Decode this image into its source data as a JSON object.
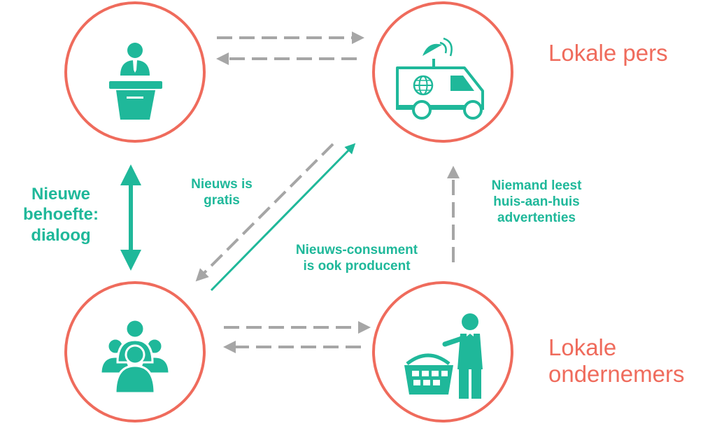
{
  "colors": {
    "circle": "#ef6b5c",
    "accent": "#1fb89a",
    "dashed": "#a6a6a6",
    "side_label": "#ef6b5c"
  },
  "nodes": [
    {
      "id": "speaker",
      "icon": "podium-speaker-icon"
    },
    {
      "id": "press",
      "icon": "news-van-icon"
    },
    {
      "id": "people",
      "icon": "people-group-icon"
    },
    {
      "id": "shop",
      "icon": "shopkeeper-basket-icon"
    }
  ],
  "labels": {
    "press_side": "Lokale pers",
    "business_side": "Lokale\nondernemers",
    "new_need": "Nieuwe\nbehoefte:\ndialoog",
    "news_free": "Nieuws is\ngratis",
    "nobody_reads": "Niemand leest\nhuis-aan-huis\nadvertenties",
    "consumer_producer": "Nieuws-consument\nis ook producent"
  }
}
